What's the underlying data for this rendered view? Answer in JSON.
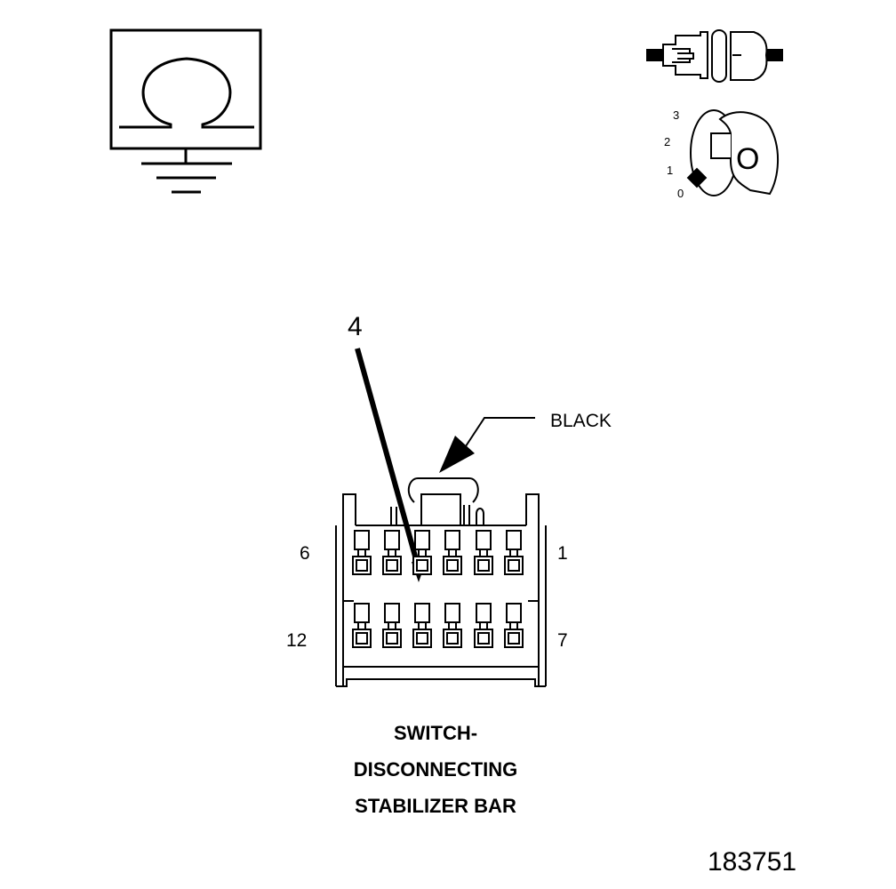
{
  "ohmmeter": {
    "symbol": "Ω"
  },
  "ignition_key": {
    "positions": [
      "3",
      "2",
      "1",
      "0"
    ],
    "key_label": "O"
  },
  "connector": {
    "callout_number": "4",
    "color_label": "BLACK",
    "pin_labels": {
      "top_left": "6",
      "top_right": "1",
      "bottom_left": "12",
      "bottom_right": "7"
    },
    "title_lines": [
      "SWITCH-",
      "DISCONNECTING",
      "STABILIZER BAR"
    ]
  },
  "figure_number": "183751"
}
